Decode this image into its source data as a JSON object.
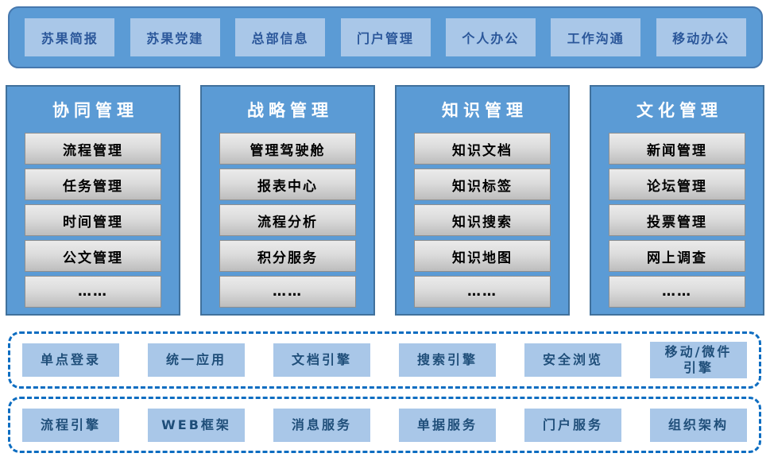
{
  "top_bar": {
    "items": [
      "苏果简报",
      "苏果党建",
      "总部信息",
      "门户管理",
      "个人办公",
      "工作沟通",
      "移动办公"
    ]
  },
  "modules": [
    {
      "title": "协同管理",
      "items": [
        "流程管理",
        "任务管理",
        "时间管理",
        "公文管理",
        "……"
      ]
    },
    {
      "title": "战略管理",
      "items": [
        "管理驾驶舱",
        "报表中心",
        "流程分析",
        "积分服务",
        "……"
      ]
    },
    {
      "title": "知识管理",
      "items": [
        "知识文档",
        "知识标签",
        "知识搜索",
        "知识地图",
        "……"
      ]
    },
    {
      "title": "文化管理",
      "items": [
        "新闻管理",
        "论坛管理",
        "投票管理",
        "网上调查",
        "……"
      ]
    }
  ],
  "platform_row1": {
    "items": [
      "单点登录",
      "统一应用",
      "文档引擎",
      "搜索引擎",
      "安全浏览",
      "移动/微件\n引擎"
    ]
  },
  "platform_row2": {
    "items": [
      "流程引擎",
      "WEB框架",
      "消息服务",
      "单据服务",
      "门户服务",
      "组织架构"
    ]
  },
  "colors": {
    "bar_blue": "#5B9BD5",
    "panel_border": "#41719C",
    "light_button": "#A9C7E8",
    "top_text": "#2B579A",
    "platform_text": "#1F4E79",
    "dashed_border": "#0D6DC1",
    "module_item_text": "#000000"
  }
}
